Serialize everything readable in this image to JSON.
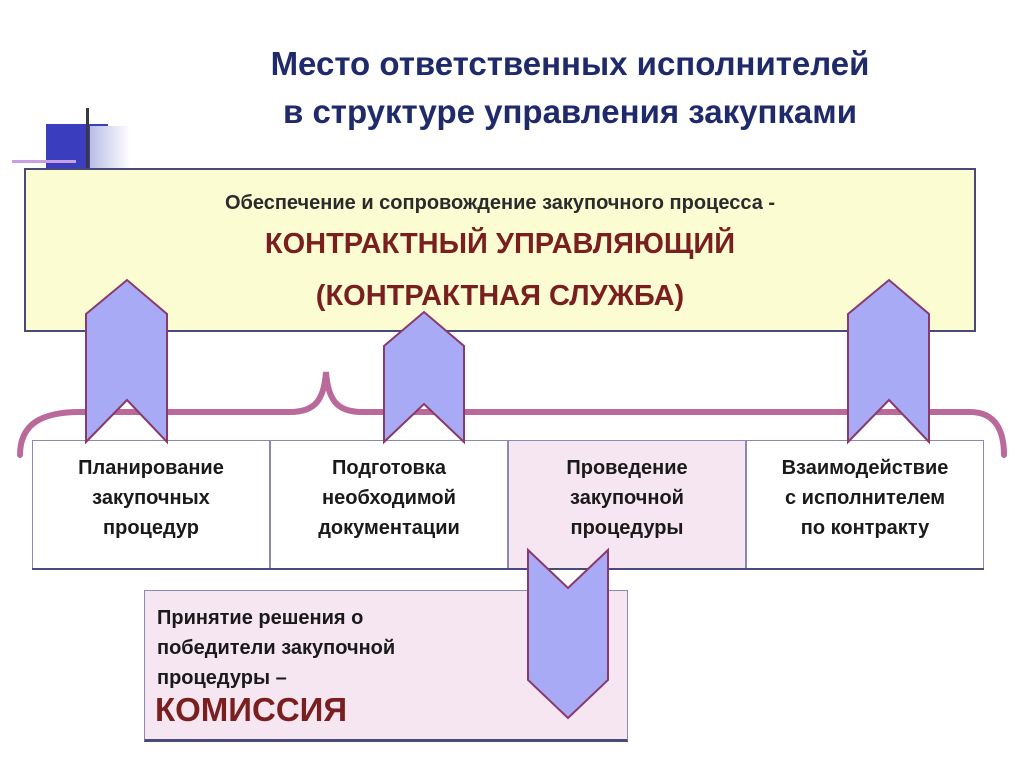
{
  "title": {
    "line1": "Место ответственных исполнителей",
    "line2": "в структуре управления закупками"
  },
  "top_box": {
    "subtitle": "Обеспечение и сопровождение закупочного процесса -",
    "main_line1": "КОНТРАКТНЫЙ УПРАВЛЯЮЩИЙ",
    "main_line2": "(КОНТРАКТНАЯ СЛУЖБА)"
  },
  "stages": [
    {
      "l1": "Планирование",
      "l2": "закупочных",
      "l3": "процедур"
    },
    {
      "l1": "Подготовка",
      "l2": "необходимой",
      "l3": "документации"
    },
    {
      "l1": "Проведение",
      "l2": "закупочной",
      "l3": "процедуры"
    },
    {
      "l1": "Взаимодействие",
      "l2": "с исполнителем",
      "l3": "по контракту"
    }
  ],
  "bottom_box": {
    "l1": "Принятие решения о",
    "l2": "победители закупочной",
    "l3": "процедуры –",
    "big": "КОМИССИЯ"
  },
  "colors": {
    "title": "#1f2a6b",
    "top_box_bg": "#fcfcd2",
    "accent_text": "#7a1f1f",
    "arrow_fill": "#a8aaf5",
    "arrow_stroke": "#8a3a6a",
    "brace": "#b96a9a",
    "highlight_bg": "#f5e6f2"
  }
}
